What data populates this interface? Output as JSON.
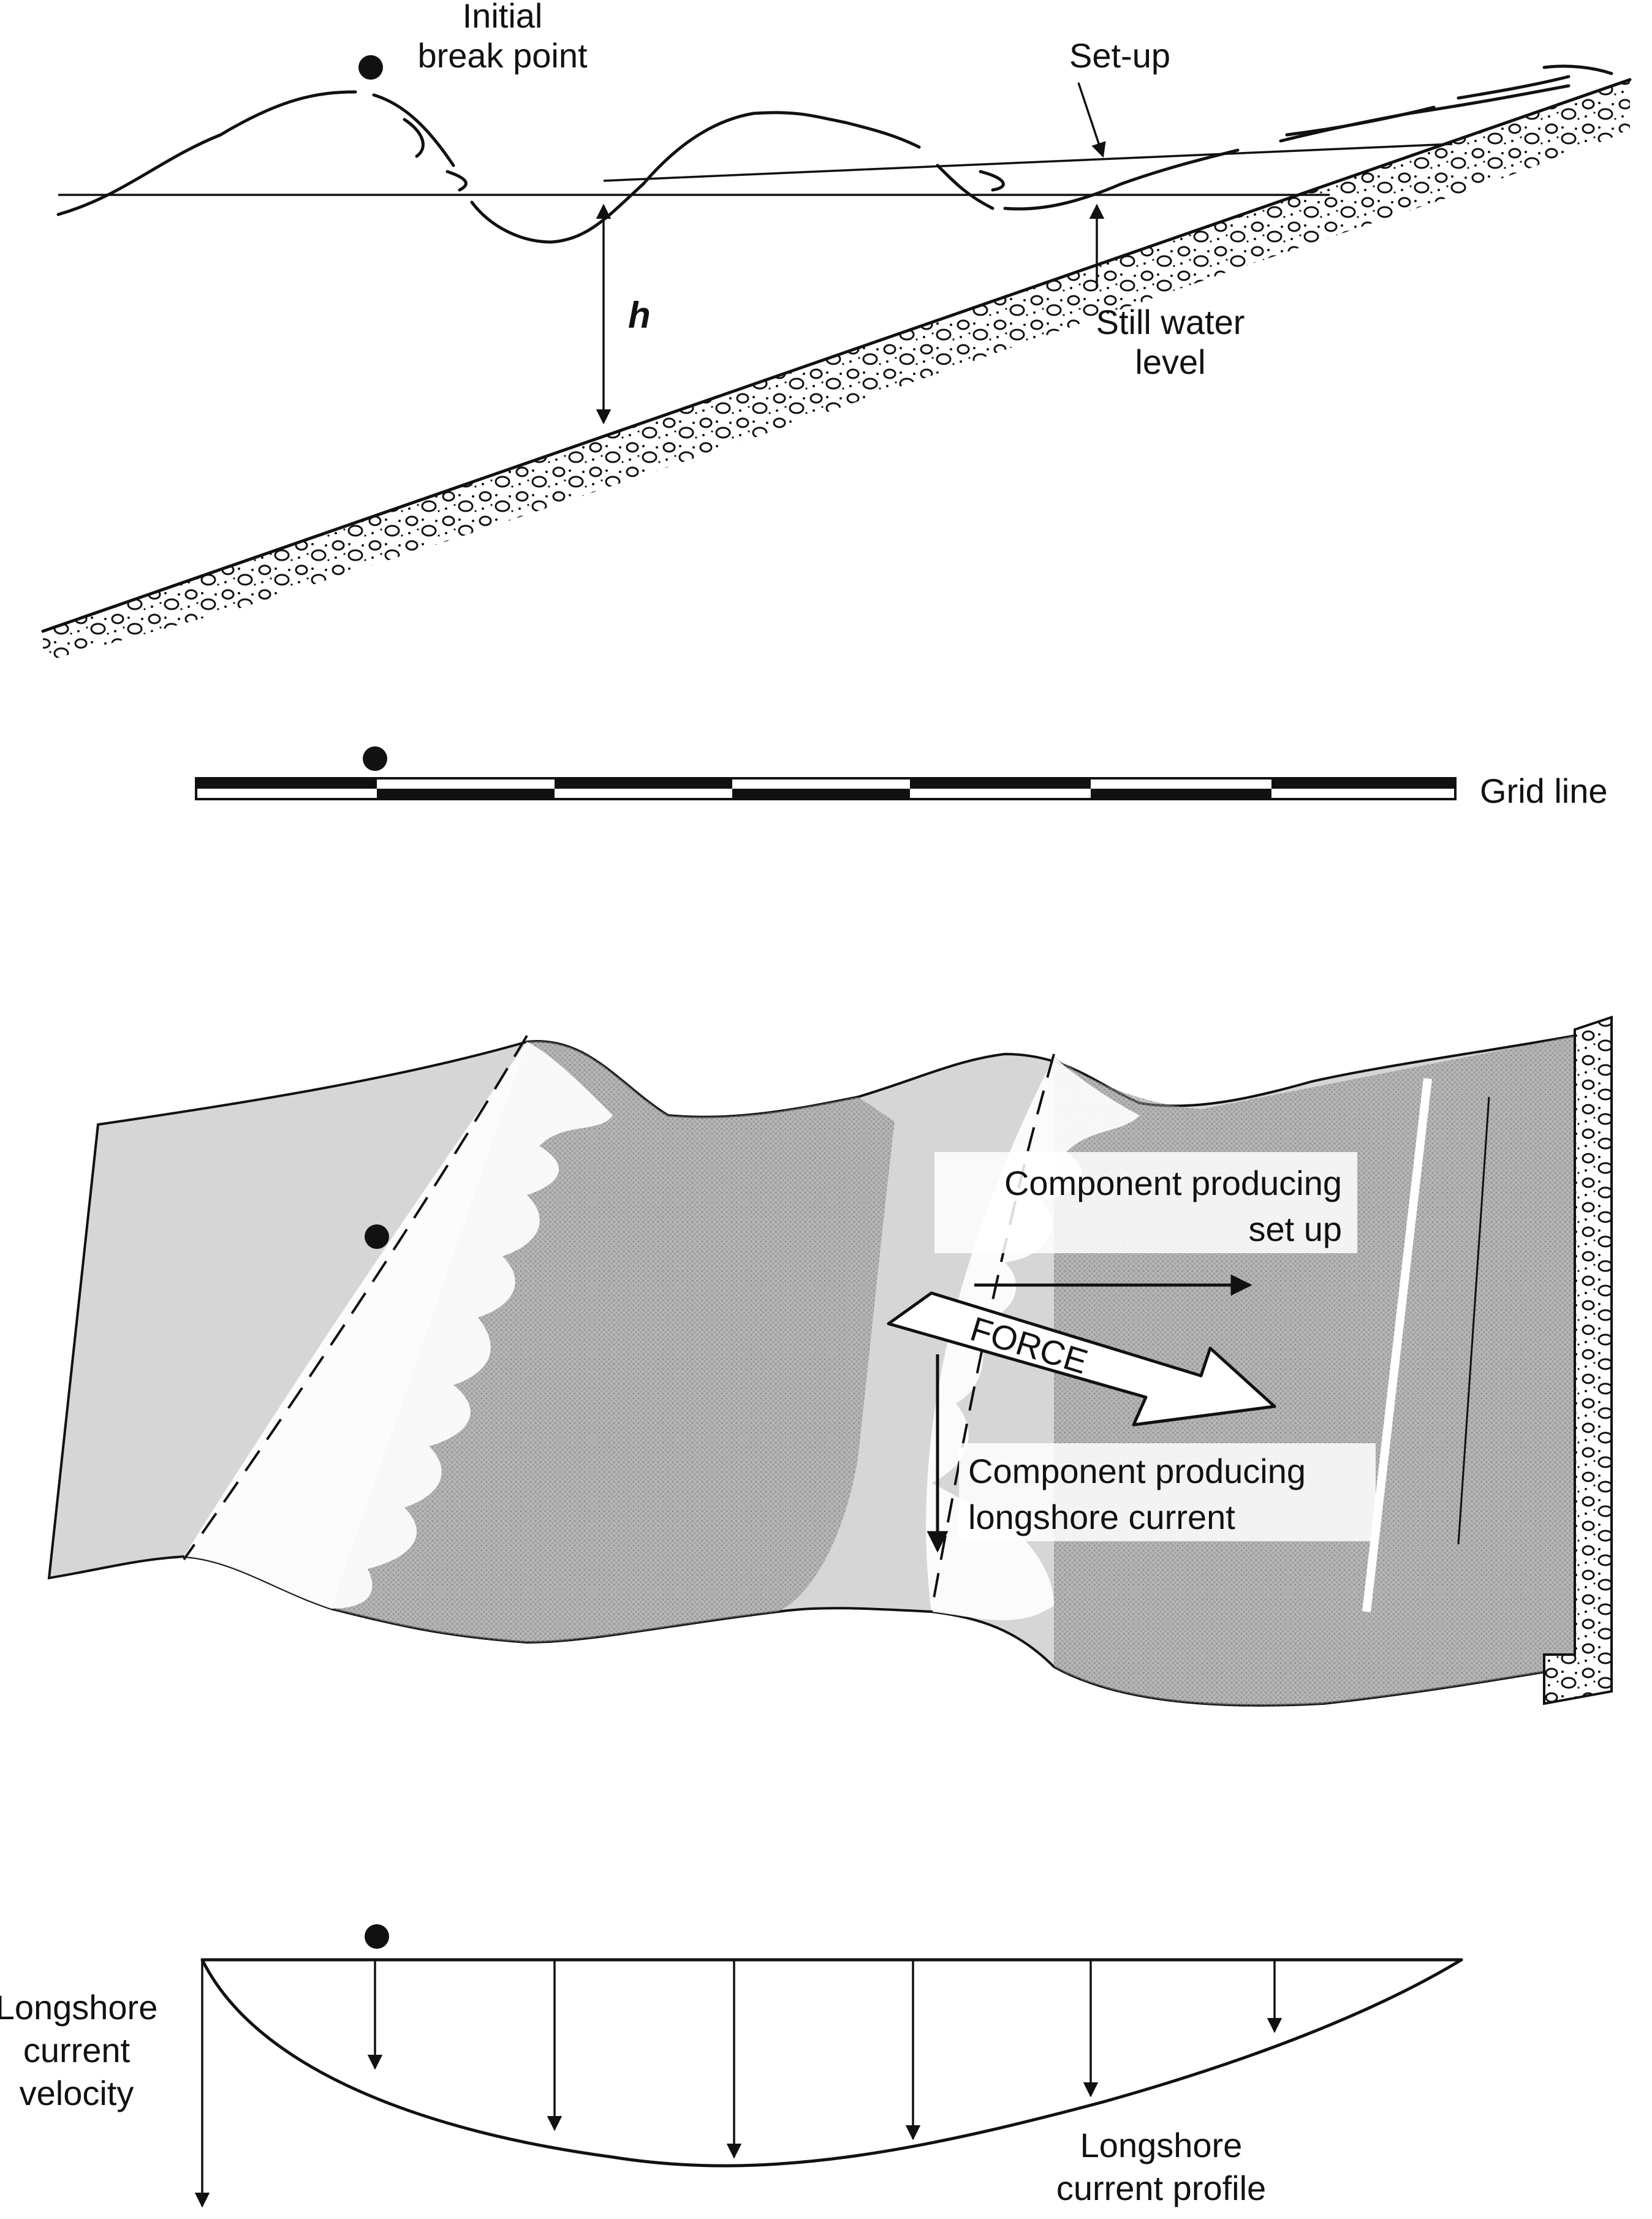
{
  "figure": {
    "profile_section": {
      "initial_break_point_line1": "Initial",
      "initial_break_point_line2": "break point",
      "setup_label": "Set-up",
      "depth_symbol": "h",
      "still_water_line1": "Still water",
      "still_water_line2": "level"
    },
    "grid_section": {
      "grid_label": "Grid line"
    },
    "plan_section": {
      "setup_component_line1": "Component producing",
      "setup_component_line2": "set up",
      "force_label": "FORCE",
      "longshore_component_line1": "Component producing",
      "longshore_component_line2": "longshore current"
    },
    "velocity_section": {
      "velocity_line1": "Longshore",
      "velocity_line2": "current",
      "velocity_line3": "velocity",
      "profile_line1": "Longshore",
      "profile_line2": "current profile"
    },
    "colors": {
      "ink": "#111111",
      "water_light": "#d9d9d9",
      "water_dark": "#a8a8a8",
      "foam": "#ffffff"
    }
  }
}
